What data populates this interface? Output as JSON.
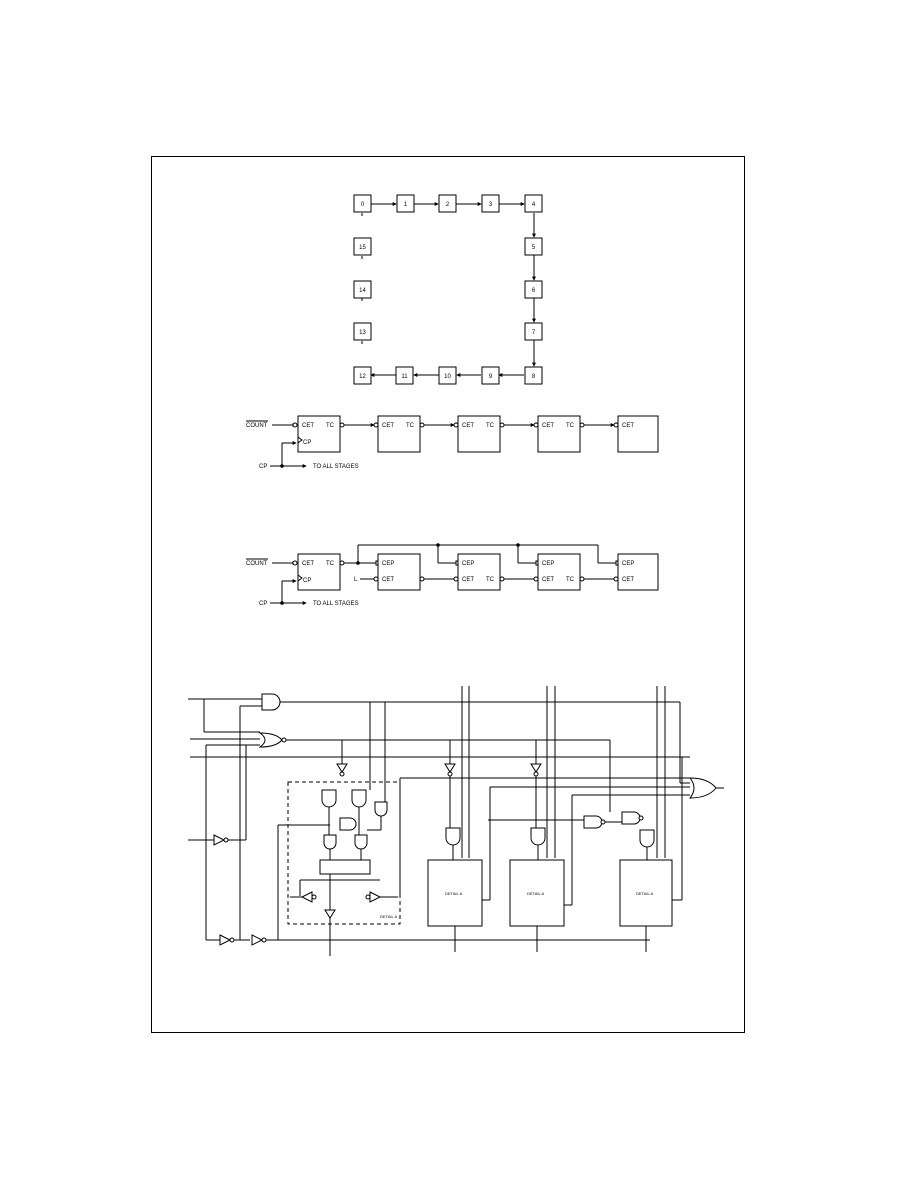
{
  "state_diagram": {
    "states": [
      "0",
      "1",
      "2",
      "3",
      "4",
      "5",
      "6",
      "7",
      "8",
      "9",
      "10",
      "11",
      "12",
      "13",
      "14",
      "15"
    ]
  },
  "ripple_diagram": {
    "count_label": "COUNT",
    "cp_label": "CP",
    "all_stages_label": "TO ALL STAGES",
    "cet_label": "CET",
    "tc_label": "TC"
  },
  "lookahead_diagram": {
    "count_label": "COUNT",
    "cp_label": "CP",
    "all_stages_label": "TO ALL STAGES",
    "cep_label": "CEP",
    "cet_label": "CET",
    "tc_label": "TC",
    "low_label": "L"
  },
  "logic_diagram": {
    "block_labels": [
      "DETAIL A",
      "DETAIL A",
      "DETAIL A"
    ],
    "detail_label": "DETAIL A"
  }
}
